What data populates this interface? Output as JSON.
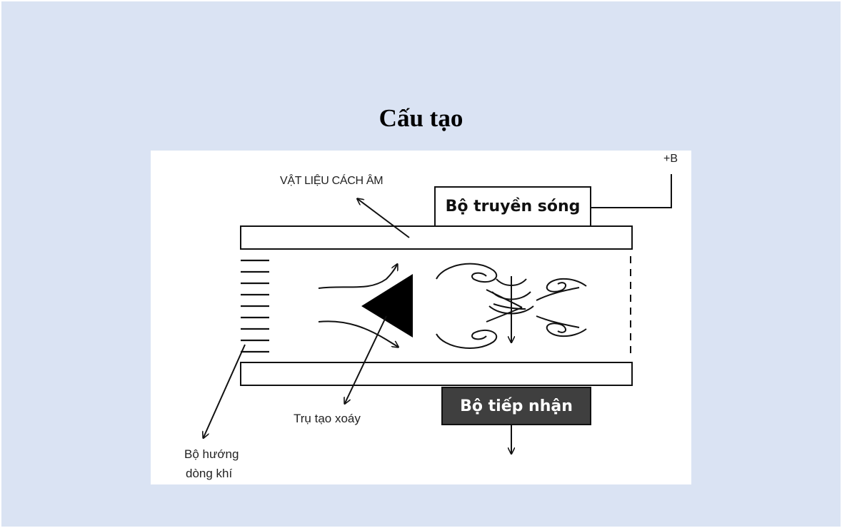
{
  "title": "Cấu tạo",
  "diagram": {
    "labels": {
      "insulation": "VẬT LIỆU CÁCH ÂM",
      "supply": "+B",
      "transmitter": "Bộ truyền sóng",
      "receiver": "Bộ tiếp nhận",
      "vortex_pillar": "Trụ tạo xoáy",
      "flow_guide_line1": "Bộ hướng",
      "flow_guide_line2": "dòng khí"
    },
    "colors": {
      "receiver_fill": "#3f3f3f",
      "receiver_text": "#ffffff",
      "background": "#dae3f3"
    }
  }
}
